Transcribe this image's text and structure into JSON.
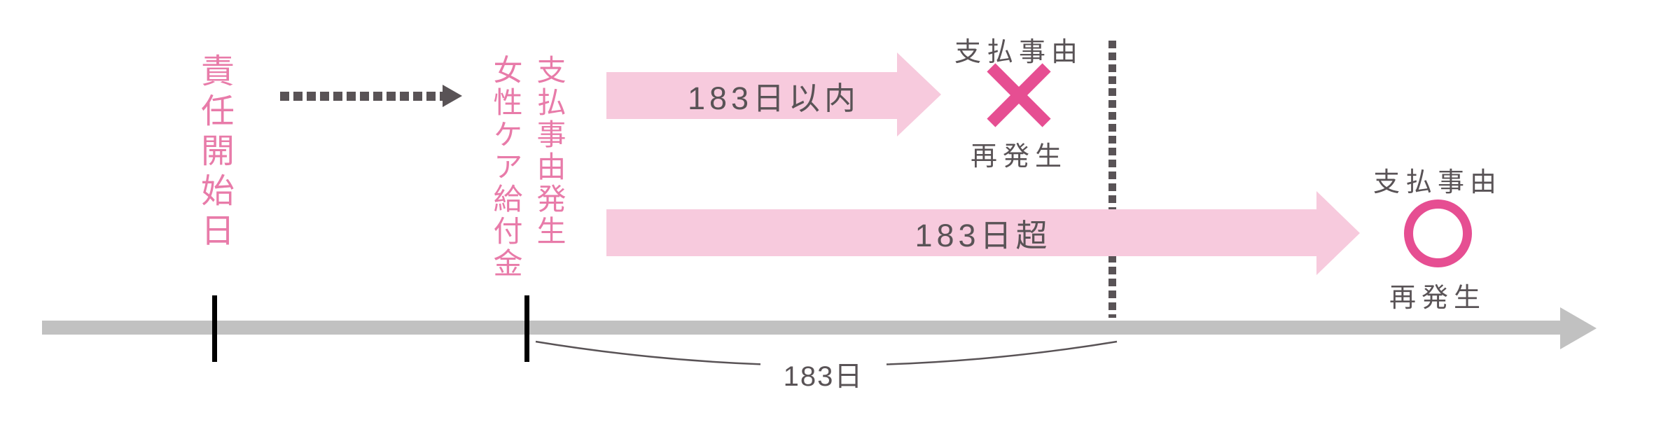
{
  "colors": {
    "accent_pink_text": "#e87ba9",
    "accent_deep_pink": "#e64e92",
    "arrow_light_pink": "#f7cadd",
    "text_dark_gray": "#595356",
    "timeline_gray": "#c1c1c1",
    "tick_black": "#000000"
  },
  "labels": {
    "start_date": "責任開始日",
    "benefit_name": "女性ケア給付金",
    "payment_event": "支払事由発生",
    "days_183": "183日"
  },
  "arrows": {
    "within_label": "183日以内",
    "over_label": "183日超"
  },
  "outcomes": {
    "within": {
      "title": "支払事由",
      "mark": "cross",
      "subtitle": "再発生"
    },
    "over": {
      "title": "支払事由",
      "mark": "circle",
      "subtitle": "再発生"
    }
  }
}
